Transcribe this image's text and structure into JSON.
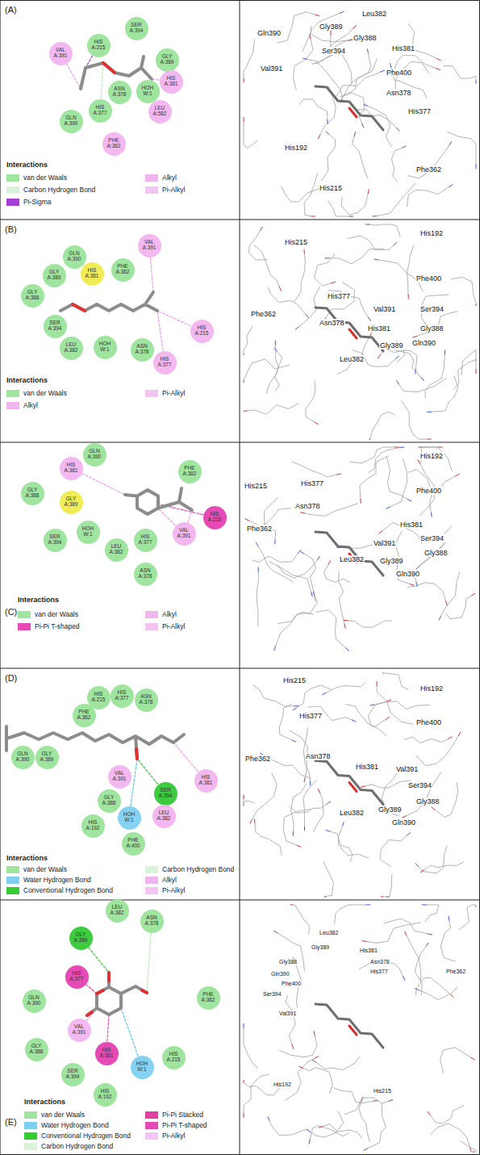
{
  "diagram": {
    "nodes": [
      {
        "text": [
          "SER A:394"
        ]
      },
      {
        "text": [
          "HIS A:215"
        ]
      },
      {
        "text": [
          "VAL A:391"
        ]
      },
      {
        "text": [
          "GLY A:389"
        ]
      },
      {
        "text": [
          "HIS A:381"
        ]
      },
      {
        "text": [
          "ASN A:378"
        ]
      },
      {
        "text": [
          "HOH W:1"
        ]
      },
      {
        "text": [
          "HIS A:377"
        ]
      },
      {
        "text": [
          "LEU A:582"
        ]
      },
      {
        "text": [
          "GLN A:390"
        ]
      },
      {
        "text": [
          "PHE A:362"
        ]
      },
      {
        "text": [
          "GLN A:390"
        ]
      },
      {
        "text": [
          "VAL A:391"
        ]
      },
      {
        "text": [
          "GLY A:389"
        ]
      },
      {
        "text": [
          "HIS A:381"
        ]
      },
      {
        "text": [
          "PHE A:362"
        ]
      },
      {
        "text": [
          "GLY A:388"
        ]
      },
      {
        "text": [
          "SER A:394"
        ]
      },
      {
        "text": [
          "HIS A:215"
        ]
      },
      {
        "text": [
          "LEU A:382"
        ]
      },
      {
        "text": [
          "HOH W:1"
        ]
      },
      {
        "text": [
          "ASN A:378"
        ]
      },
      {
        "text": [
          "HIS A:377"
        ]
      },
      {
        "text": [
          "GLN A:390"
        ]
      },
      {
        "text": [
          "HIS A:381"
        ]
      },
      {
        "text": [
          "PHE A:362"
        ]
      },
      {
        "text": [
          "GLY A:388"
        ]
      },
      {
        "text": [
          "GLY A:389"
        ]
      },
      {
        "text": [
          "HIS A:215"
        ]
      },
      {
        "text": [
          "VAL A:391"
        ]
      },
      {
        "text": [
          "HOH W:1"
        ]
      },
      {
        "text": [
          "SER A:394"
        ]
      },
      {
        "text": [
          "HIS A:377"
        ]
      },
      {
        "text": [
          "LEU A:382"
        ]
      },
      {
        "text": [
          "ASN A:378"
        ]
      },
      {
        "text": [
          "HIS A:215"
        ]
      },
      {
        "text": [
          "HIS A:377"
        ]
      },
      {
        "text": [
          "ASN A:378"
        ]
      },
      {
        "text": [
          "PHE A:362"
        ]
      },
      {
        "text": [
          "GLN A:390"
        ]
      },
      {
        "text": [
          "GLY A:389"
        ]
      },
      {
        "text": [
          "VAL A:391"
        ]
      },
      {
        "text": [
          "HIS A:381"
        ]
      },
      {
        "text": [
          "SER A:394"
        ]
      },
      {
        "text": [
          "GLY A:388"
        ]
      },
      {
        "text": [
          "LEU A:382"
        ]
      },
      {
        "text": [
          "HOH W:1"
        ]
      },
      {
        "text": [
          "HIS A:192"
        ]
      },
      {
        "text": [
          "PHE A:400"
        ]
      },
      {
        "text": [
          "LEU A:382"
        ]
      },
      {
        "text": [
          "ASN A:378"
        ]
      },
      {
        "text": [
          "GLY A:389"
        ]
      },
      {
        "text": [
          "HIS A:377"
        ]
      },
      {
        "text": [
          "GLN A:390"
        ]
      },
      {
        "text": [
          "PHE A:362"
        ]
      },
      {
        "text": [
          "VAL A:391"
        ]
      },
      {
        "text": [
          "GLY A:388"
        ]
      },
      {
        "text": [
          "HIS A:381"
        ]
      },
      {
        "text": [
          "HIS A:215"
        ]
      },
      {
        "text": [
          "HOH W:1"
        ]
      },
      {
        "text": [
          "SER A:394"
        ]
      },
      {
        "text": [
          "HIS A:192"
        ]
      }
    ],
    "labels": [
      "(A)",
      "Interactions",
      "Leu382",
      "Gly389",
      "Gln390",
      "Gly388",
      "His381",
      "Ser394",
      "Val391",
      "Phe400",
      "Asn378",
      "His377",
      "His192",
      "Phe362",
      "His215",
      "(B)",
      "Interactions",
      "His192",
      "His215",
      "Phe400",
      "His377",
      "Val391",
      "Ser394",
      "Phe362",
      "Asn378",
      "His381",
      "Gly388",
      "Gln390",
      "Gly389",
      "Leu382",
      "(C)",
      "Interactions",
      "His192",
      "His377",
      "His215",
      "Phe400",
      "Asn378",
      "His381",
      "Phe362",
      "Ser394",
      "Val391",
      "Gly388",
      "Leu382",
      "Gly389",
      "Gln390",
      "(D)",
      "Interactions",
      "His215",
      "His192",
      "His377",
      "Phe400",
      "Asn378",
      "Phe362",
      "His381",
      "Val391",
      "Ser394",
      "Gly388",
      "Gly389",
      "Leu382",
      "Gln390",
      "(E)",
      "Interactions",
      "Leu382",
      "Gly389",
      "His381",
      "Gly388",
      "Asn378",
      "His377",
      "Gln390",
      "Phe400",
      "Ser394",
      "Val391",
      "Phe362",
      "His192",
      "His215"
    ],
    "legend": [
      {
        "text": "van der Waals",
        "color": "#9fe49f"
      },
      {
        "text": "Carbon Hydrogen Bond",
        "color": "#d9f2d9"
      },
      {
        "text": "Pi-Sigma",
        "color": "#a63fd6"
      },
      {
        "text": "Alkyl",
        "color": "#f0b4ee"
      },
      {
        "text": "Pi-Alkyl",
        "color": "#f4c4f2"
      },
      {
        "text": "van der Waals",
        "color": "#9fe49f"
      },
      {
        "text": "Alkyl",
        "color": "#f0b4ee"
      },
      {
        "text": "Pi-Alkyl",
        "color": "#f4c4f2"
      },
      {
        "text": "van der Waals",
        "color": "#9fe49f"
      },
      {
        "text": "Pi-Pi T-shaped",
        "color": "#e64ab4"
      },
      {
        "text": "Alkyl",
        "color": "#f0b4ee"
      },
      {
        "text": "Pi-Alkyl",
        "color": "#f4c4f2"
      },
      {
        "text": "van der Waals",
        "color": "#9fe49f"
      },
      {
        "text": "Water Hydrogen Bond",
        "color": "#7fcff2"
      },
      {
        "text": "Conventional Hydrogen Bond",
        "color": "#33cc33"
      },
      {
        "text": "Carbon Hydrogen Bond",
        "color": "#d9f2d9"
      },
      {
        "text": "Alkyl",
        "color": "#f0b4ee"
      },
      {
        "text": "Pi-Alkyl",
        "color": "#f4c4f2"
      },
      {
        "text": "van der Waals",
        "color": "#9fe49f"
      },
      {
        "text": "Water Hydrogen Bond",
        "color": "#7fcff2"
      },
      {
        "text": "Conventional Hydrogen Bond",
        "color": "#33cc33"
      },
      {
        "text": "Carbon Hydrogen Bond",
        "color": "#d9f2d9"
      },
      {
        "text": "Pi-Pi Stacked",
        "color": "#e0409f"
      },
      {
        "text": "Pi-Pi T-shaped",
        "color": "#e64ab4"
      },
      {
        "text": "Pi-Alkyl",
        "color": "#f4c4f2"
      }
    ]
  }
}
